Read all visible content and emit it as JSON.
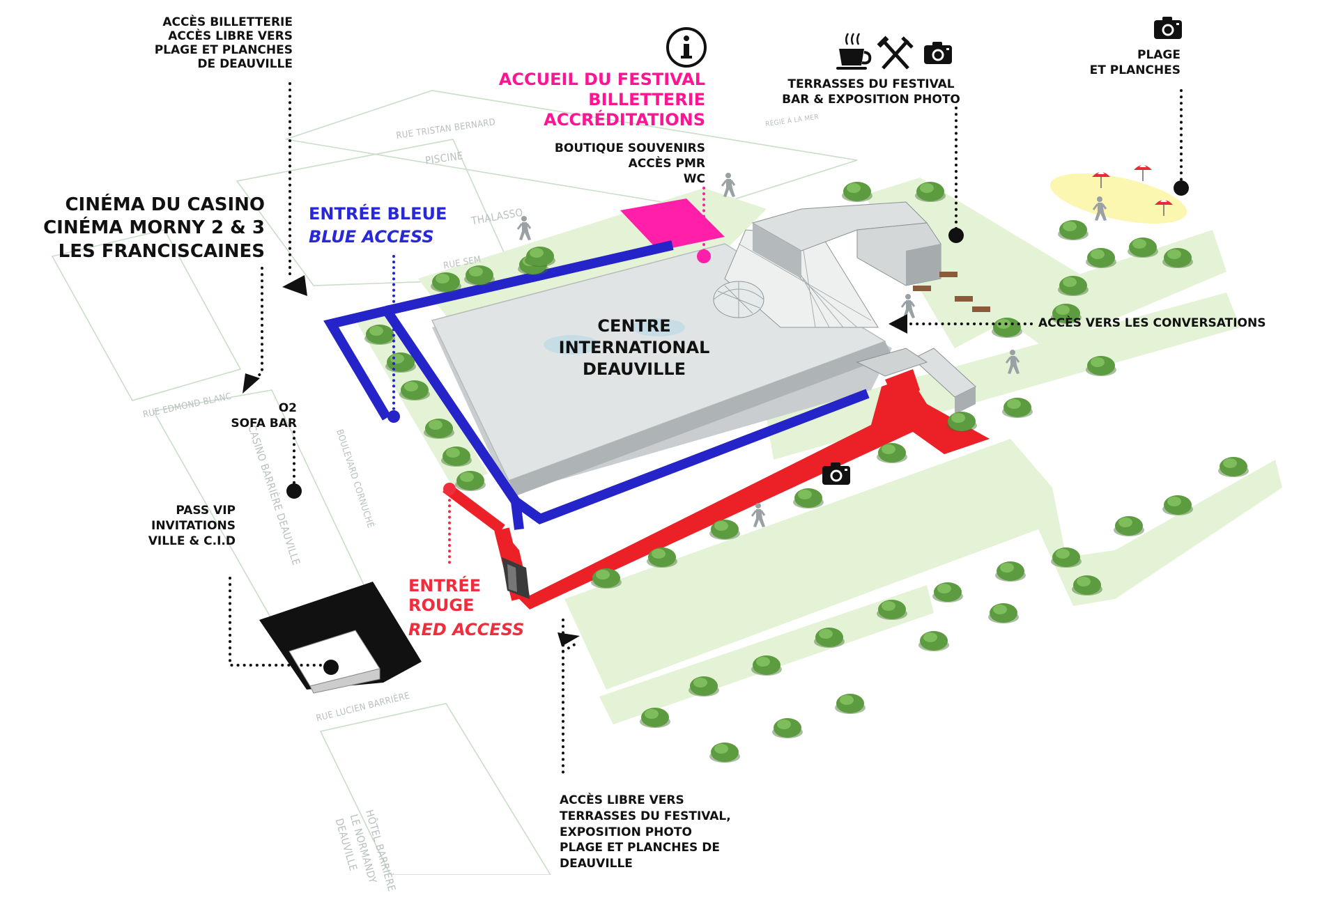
{
  "labels": {
    "billetterie_beach": [
      "Accès billetterie",
      "Accès libre vers",
      "plage et planches",
      "de Deauville"
    ],
    "cinemas": [
      "Cinéma du Casino",
      "Cinéma Morny 2 & 3",
      "Les Franciscaines"
    ],
    "accueil": [
      "Accueil du Festival",
      "Billetterie",
      "Accréditations"
    ],
    "accueil_services": [
      "Boutique souvenirs",
      "Accès PMR",
      "WC"
    ],
    "terrasses": [
      "Terrasses du Festival",
      "Bar & exposition photo"
    ],
    "plage": [
      "Plage",
      "et planches"
    ],
    "entree_bleue": "Entrée bleue",
    "blue_access": "Blue access",
    "centre": [
      "Centre",
      "International",
      "Deauville"
    ],
    "acces_conversations": "Accès vers les Conversations",
    "o2": [
      "O2",
      "Sofa Bar"
    ],
    "pass_vip": [
      "Pass VIP",
      "Invitations",
      "Ville & C.I.D"
    ],
    "entree_rouge": [
      "Entrée",
      "Rouge"
    ],
    "red_access": "Red access",
    "acces_libre_bottom": [
      "Accès libre vers",
      "terrasses du Festival,",
      "exposition photo",
      "plage et planches de",
      "Deauville"
    ]
  },
  "streets": {
    "tristan_bernard": "Rue Tristan Bernard",
    "piscine": "Piscine",
    "regie": "Régie à la mer",
    "thalasso": "Thalasso",
    "sem": "Rue Sem",
    "edmond_blanc": "Rue Edmond Blanc",
    "casino": "Casino Barrière Deauville",
    "cornuche": "Boulevard Cornuché",
    "lucien_barriere": "Rue Lucien Barrière",
    "hotel": [
      "Hôtel Barrière",
      "Le Normandy",
      "Deauville"
    ]
  },
  "icons": [
    "info-icon",
    "coffee-icon",
    "cutlery-icon",
    "camera-icon",
    "pedestrian-icon",
    "parasol-icon",
    "tree-icon"
  ],
  "colors": {
    "blue_route": "#2424c8",
    "red_route": "#ec2127",
    "pink_zone": "#ff1fa8",
    "grass": "#e4f2d6",
    "tree": "#5b9a3e",
    "building": "#e1e4e4",
    "beach": "#fbf7b0"
  }
}
